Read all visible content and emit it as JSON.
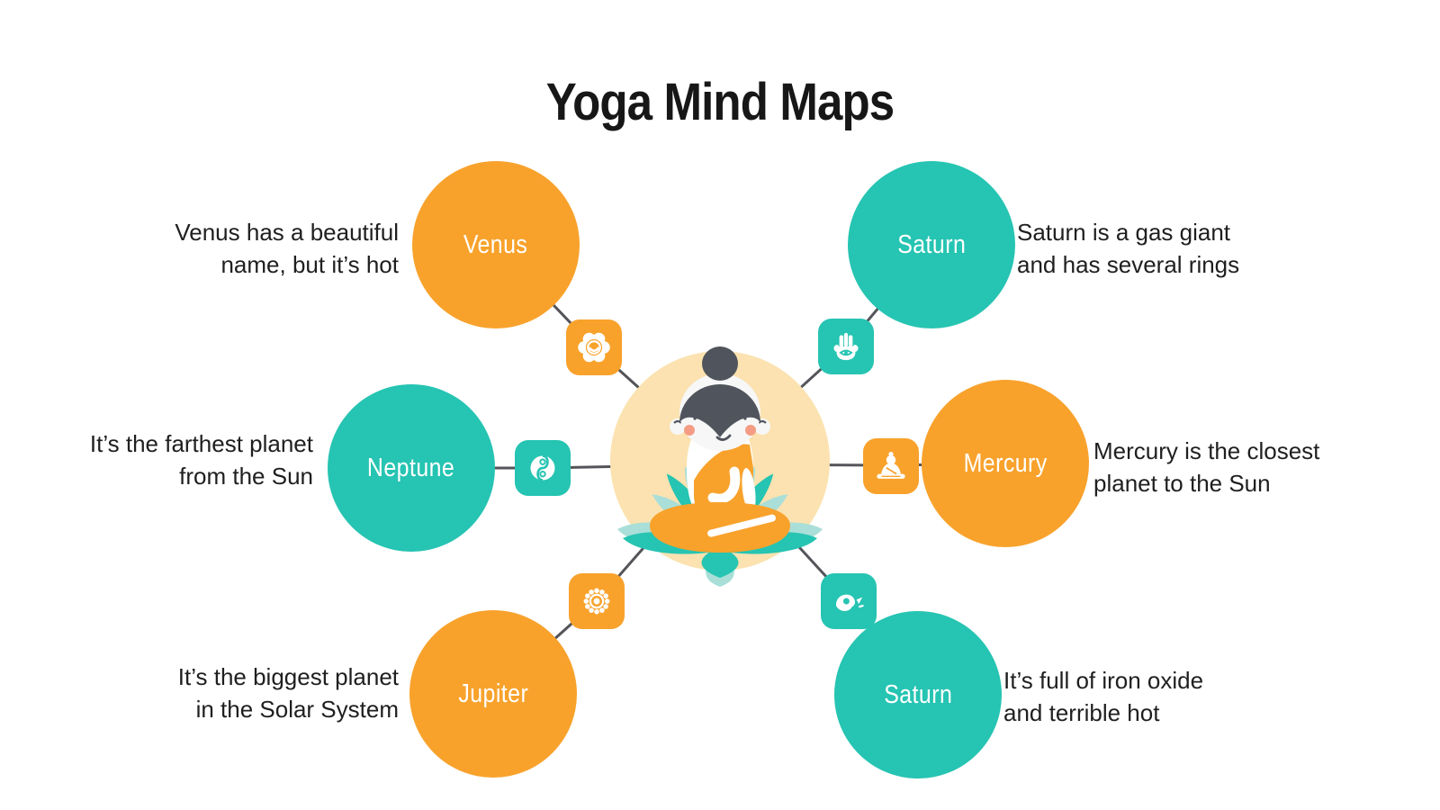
{
  "title": "Yoga Mind Maps",
  "colors": {
    "orange": "#F8A22C",
    "teal": "#26C4B2",
    "teal_light": "#A9DFD8",
    "peach": "#FBE2B0",
    "connector": "#54555A",
    "text": "#1F1F1F",
    "label": "#FFFFFF",
    "hair": "#50545C",
    "face": "#F7F7F8",
    "blush": "#F49C84"
  },
  "center_illustration": "meditating-woman-on-lotus",
  "nodes": [
    {
      "id": "venus",
      "label": "Venus",
      "color": "orange",
      "icon": "lotus-crown-icon",
      "desc_lines": [
        "Venus has a beautiful",
        "name, but it’s hot"
      ]
    },
    {
      "id": "saturn-top",
      "label": "Saturn",
      "color": "teal",
      "icon": "hamsa-hand-icon",
      "desc_lines": [
        "Saturn is a gas giant",
        "and has several rings"
      ]
    },
    {
      "id": "neptune",
      "label": "Neptune",
      "color": "teal",
      "icon": "yin-yang-icon",
      "desc_lines": [
        "It’s the farthest planet",
        "from the Sun"
      ]
    },
    {
      "id": "mercury",
      "label": "Mercury",
      "color": "orange",
      "icon": "meditation-pose-icon",
      "desc_lines": [
        "Mercury is the closest",
        "planet to the Sun"
      ]
    },
    {
      "id": "jupiter",
      "label": "Jupiter",
      "color": "orange",
      "icon": "chakra-mandala-icon",
      "desc_lines": [
        "It’s the biggest planet",
        "in the Solar System"
      ]
    },
    {
      "id": "saturn-bottom",
      "label": "Saturn",
      "color": "teal",
      "icon": "gyan-mudra-icon",
      "desc_lines": [
        "It’s full of iron oxide",
        "and terrible hot"
      ]
    }
  ]
}
